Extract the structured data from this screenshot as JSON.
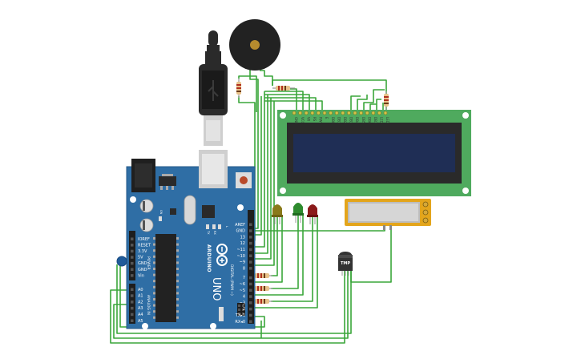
{
  "board": {
    "brand": "ARDUINO",
    "model": "UNO",
    "power_label": "POWER",
    "analog_label": "ANALOG IN",
    "digital_label": "DIGITAL (PWM ~)",
    "tx_label": "TX",
    "rx_label": "RX",
    "l_label": "L",
    "on_label": "ON",
    "power_pins": [
      "IOREF",
      "RESET",
      "3.3V",
      "5V",
      "GND",
      "GND",
      "Vin"
    ],
    "analog_pins": [
      "A0",
      "A1",
      "A2",
      "A3",
      "A4",
      "A5"
    ],
    "digital_pins": [
      "AREF",
      "GND",
      "13",
      "12",
      "~11",
      "~10",
      "~9",
      "8",
      "7",
      "~6",
      "~5",
      "4",
      "~3",
      "2",
      "TX▸1",
      "RX◂0"
    ]
  },
  "sensor": {
    "label": "TMP"
  },
  "lcd": {
    "pin_labels": [
      "GND",
      "VCC",
      "V0",
      "RS",
      "RW",
      "E",
      "DB0",
      "DB1",
      "DB2",
      "DB3",
      "DB4",
      "DB5",
      "DB6",
      "DB7",
      "LED",
      "LED"
    ]
  },
  "leds": [
    {
      "name": "led-yellow",
      "color": "#8a7a1a"
    },
    {
      "name": "led-green",
      "color": "#2e8b2e"
    },
    {
      "name": "led-red",
      "color": "#8b1a1a"
    }
  ],
  "colors": {
    "board": "#2f6ea5",
    "board_dark": "#24598a",
    "wire": "#3aa63a",
    "lcd_pcb": "#4faa5e",
    "lcd_screen": "#1f2e55",
    "pot_body": "#e3a51c",
    "buzzer": "#222222",
    "usb": "#2a2a2a"
  }
}
